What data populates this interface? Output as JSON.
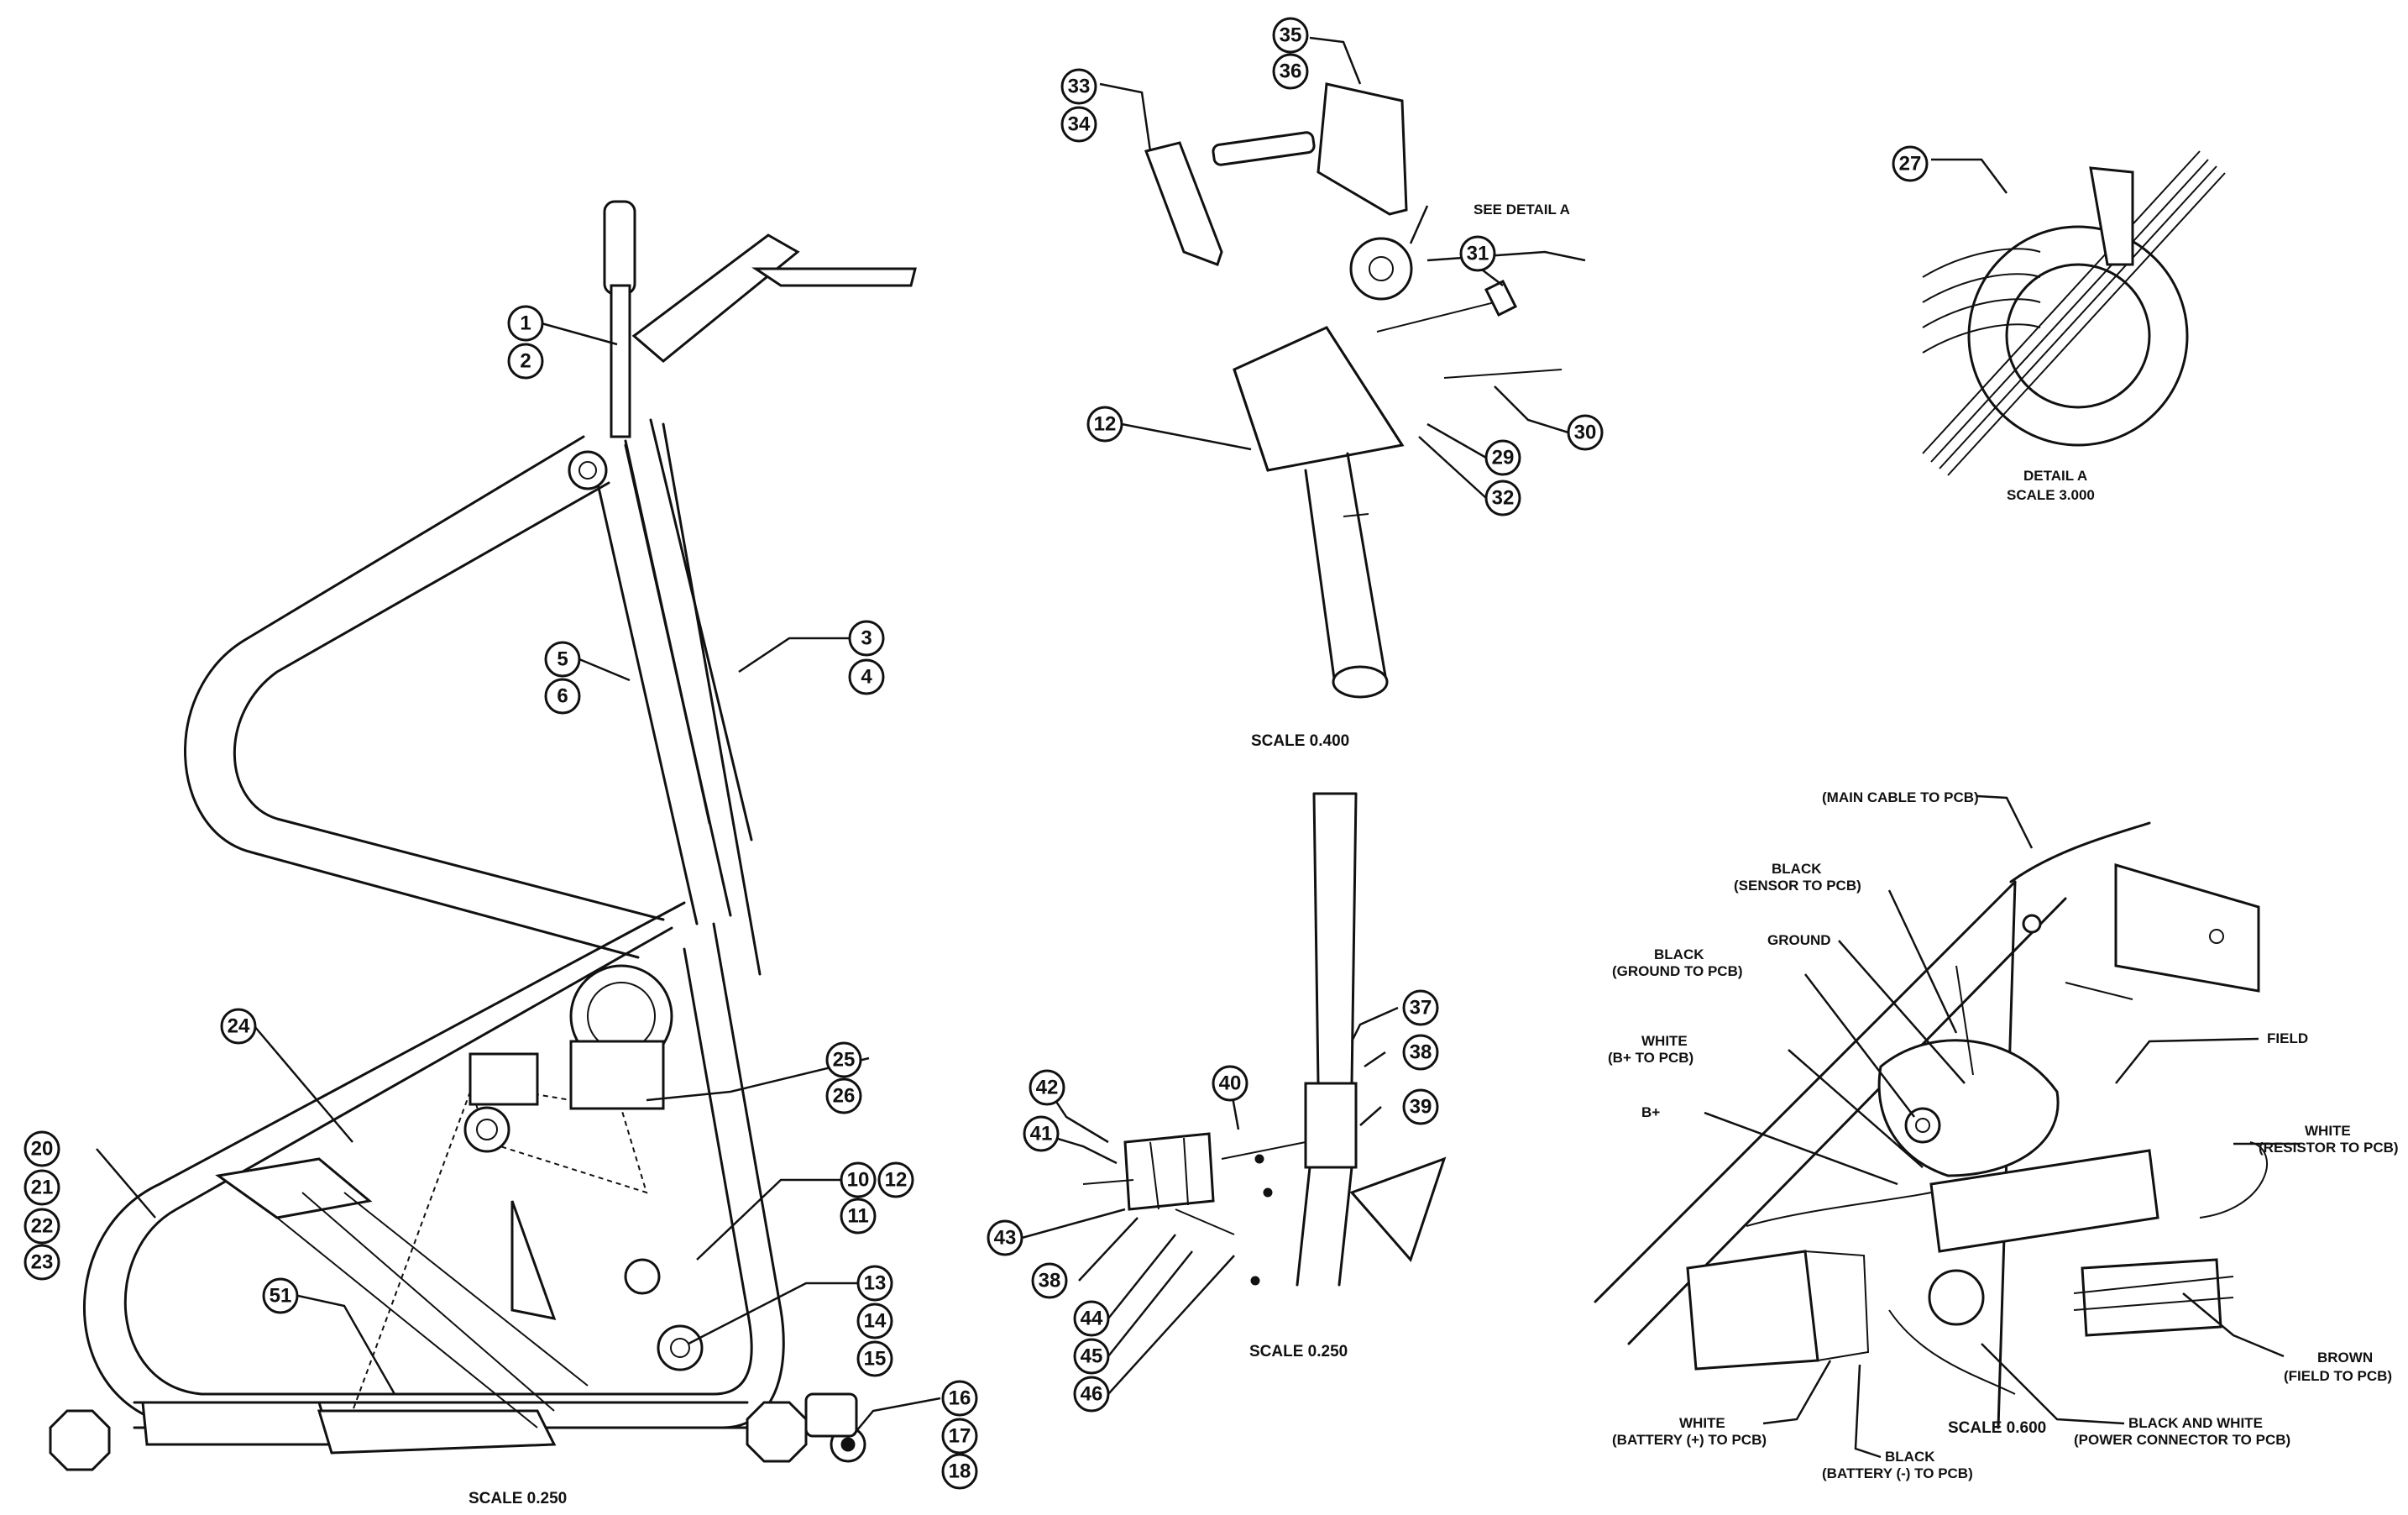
{
  "balloons": [
    {
      "id": "b1",
      "text": "1"
    },
    {
      "id": "b2",
      "text": "2"
    },
    {
      "id": "b3",
      "text": "3"
    },
    {
      "id": "b4",
      "text": "4"
    },
    {
      "id": "b5",
      "text": "5"
    },
    {
      "id": "b6",
      "text": "6"
    },
    {
      "id": "b10",
      "text": "10"
    },
    {
      "id": "b11",
      "text": "11"
    },
    {
      "id": "b12a",
      "text": "12"
    },
    {
      "id": "b12b",
      "text": "12"
    },
    {
      "id": "b13",
      "text": "13"
    },
    {
      "id": "b14",
      "text": "14"
    },
    {
      "id": "b15",
      "text": "15"
    },
    {
      "id": "b16",
      "text": "16"
    },
    {
      "id": "b17",
      "text": "17"
    },
    {
      "id": "b18",
      "text": "18"
    },
    {
      "id": "b20",
      "text": "20"
    },
    {
      "id": "b21",
      "text": "21"
    },
    {
      "id": "b22",
      "text": "22"
    },
    {
      "id": "b23",
      "text": "23"
    },
    {
      "id": "b24",
      "text": "24"
    },
    {
      "id": "b25",
      "text": "25"
    },
    {
      "id": "b26",
      "text": "26"
    },
    {
      "id": "b27",
      "text": "27"
    },
    {
      "id": "b29",
      "text": "29"
    },
    {
      "id": "b30",
      "text": "30"
    },
    {
      "id": "b31",
      "text": "31"
    },
    {
      "id": "b32",
      "text": "32"
    },
    {
      "id": "b33",
      "text": "33"
    },
    {
      "id": "b34",
      "text": "34"
    },
    {
      "id": "b35",
      "text": "35"
    },
    {
      "id": "b36",
      "text": "36"
    },
    {
      "id": "b37",
      "text": "37"
    },
    {
      "id": "b38a",
      "text": "38"
    },
    {
      "id": "b38b",
      "text": "38"
    },
    {
      "id": "b39",
      "text": "39"
    },
    {
      "id": "b40",
      "text": "40"
    },
    {
      "id": "b41",
      "text": "41"
    },
    {
      "id": "b42",
      "text": "42"
    },
    {
      "id": "b43",
      "text": "43"
    },
    {
      "id": "b44",
      "text": "44"
    },
    {
      "id": "b45",
      "text": "45"
    },
    {
      "id": "b46",
      "text": "46"
    },
    {
      "id": "b51",
      "text": "51"
    }
  ],
  "labels": {
    "see_detail": "SEE DETAIL  A",
    "detail_title": "DETAIL  A",
    "detail_scale": "SCALE  3.000",
    "scale_main": "SCALE  0.250",
    "scale_top": "SCALE  0.400",
    "scale_mid": "SCALE  0.250",
    "scale_wiring": "SCALE  0.600",
    "main_cable": "(MAIN CABLE TO PCB)",
    "black_sensor_1": "BLACK",
    "black_sensor_2": "(SENSOR TO PCB)",
    "ground": "GROUND",
    "black_ground_1": "BLACK",
    "black_ground_2": "(GROUND TO PCB)",
    "white_bplus_1": "WHITE",
    "white_bplus_2": "(B+  TO PCB)",
    "bplus": "B+",
    "field": "FIELD",
    "white_resistor_1": "WHITE",
    "white_resistor_2": "(RESISTOR TO PCB)",
    "brown_1": "BROWN",
    "brown_2": "(FIELD TO PCB)",
    "black_white_1": "BLACK AND WHITE",
    "black_white_2": "(POWER CONNECTOR TO PCB)",
    "white_battery_1": "WHITE",
    "white_battery_2": "(BATTERY (+) TO PCB)",
    "black_battery_1": "BLACK",
    "black_battery_2": "(BATTERY (-) TO PCB)"
  }
}
